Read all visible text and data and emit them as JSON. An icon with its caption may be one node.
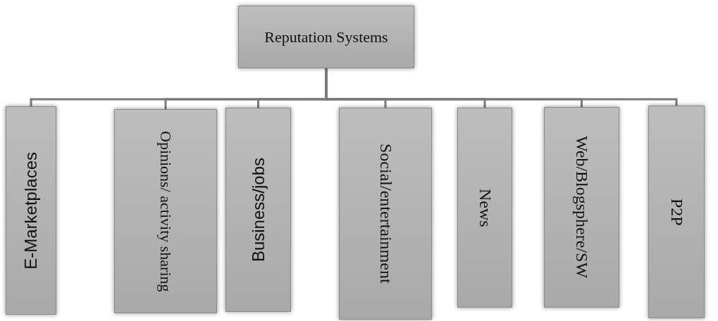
{
  "diagram": {
    "nodes": [
      {
        "text": [
          "Reputation Systems"
        ]
      },
      {
        "text": [
          "E-Marketplaces"
        ]
      },
      {
        "text": [
          "Opinions/ activity sharing"
        ]
      },
      {
        "text": [
          "Business/jobs"
        ]
      },
      {
        "text": [
          "Social/entertainment"
        ]
      },
      {
        "text": [
          "News"
        ]
      },
      {
        "text": [
          "Web/Blogsphere/SW"
        ]
      },
      {
        "text": [
          "P2P"
        ]
      }
    ],
    "edges": [
      {
        "from": 0,
        "to": 1,
        "arrow": "none"
      },
      {
        "from": 0,
        "to": 2,
        "arrow": "none"
      },
      {
        "from": 0,
        "to": 3,
        "arrow": "none"
      },
      {
        "from": 0,
        "to": 4,
        "arrow": "none"
      },
      {
        "from": 0,
        "to": 5,
        "arrow": "none"
      },
      {
        "from": 0,
        "to": 6,
        "arrow": "none"
      },
      {
        "from": 0,
        "to": 7,
        "arrow": "none"
      }
    ]
  }
}
